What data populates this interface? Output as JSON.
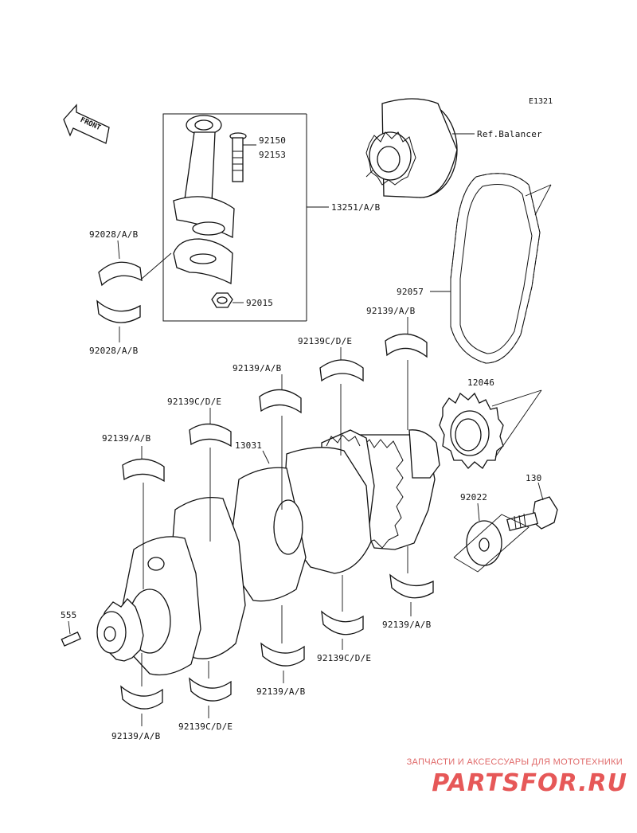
{
  "diagram_code": "E1321",
  "front_label": "FRONT",
  "labels": {
    "p92150": "92150",
    "p92153": "92153",
    "ref_balancer": "Ref.Balancer",
    "p13251": "13251/A/B",
    "p92028_top": "92028/A/B",
    "p92028_bottom": "92028/A/B",
    "p92015": "92015",
    "p92057": "92057",
    "p12046": "12046",
    "p130": "130",
    "p92022": "92022",
    "p13031": "13031",
    "p555": "555",
    "b1": "92139/A/B",
    "b2": "92139C/D/E",
    "b3": "92139/A/B",
    "b4": "92139C/D/E",
    "b5": "92139/A/B",
    "b6": "92139/A/B",
    "b7": "92139C/D/E",
    "b8": "92139/A/B",
    "b9": "92139C/D/E",
    "b10": "92139/A/B"
  },
  "watermark": {
    "tagline": "ЗАПЧАСТИ И АКСЕССУАРЫ ДЛЯ МОТОТЕХНИКИ",
    "brand": "PARTSFOR.RU",
    "brand_color": "#e23b3b"
  }
}
